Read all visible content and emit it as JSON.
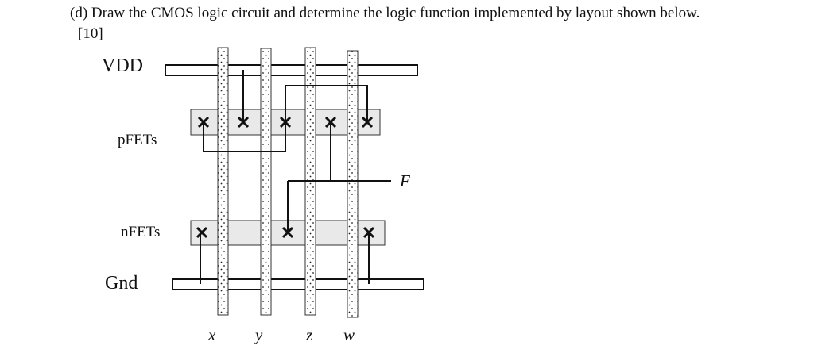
{
  "question": {
    "text": "(d) Draw the CMOS logic circuit and determine the logic function implemented by layout shown below.",
    "marks": "[10]"
  },
  "labels": {
    "vdd": "VDD",
    "pfets": "pFETs",
    "nfets": "nFETs",
    "gnd": "Gnd",
    "output": "F"
  },
  "inputs": [
    "x",
    "y",
    "z",
    "w"
  ]
}
